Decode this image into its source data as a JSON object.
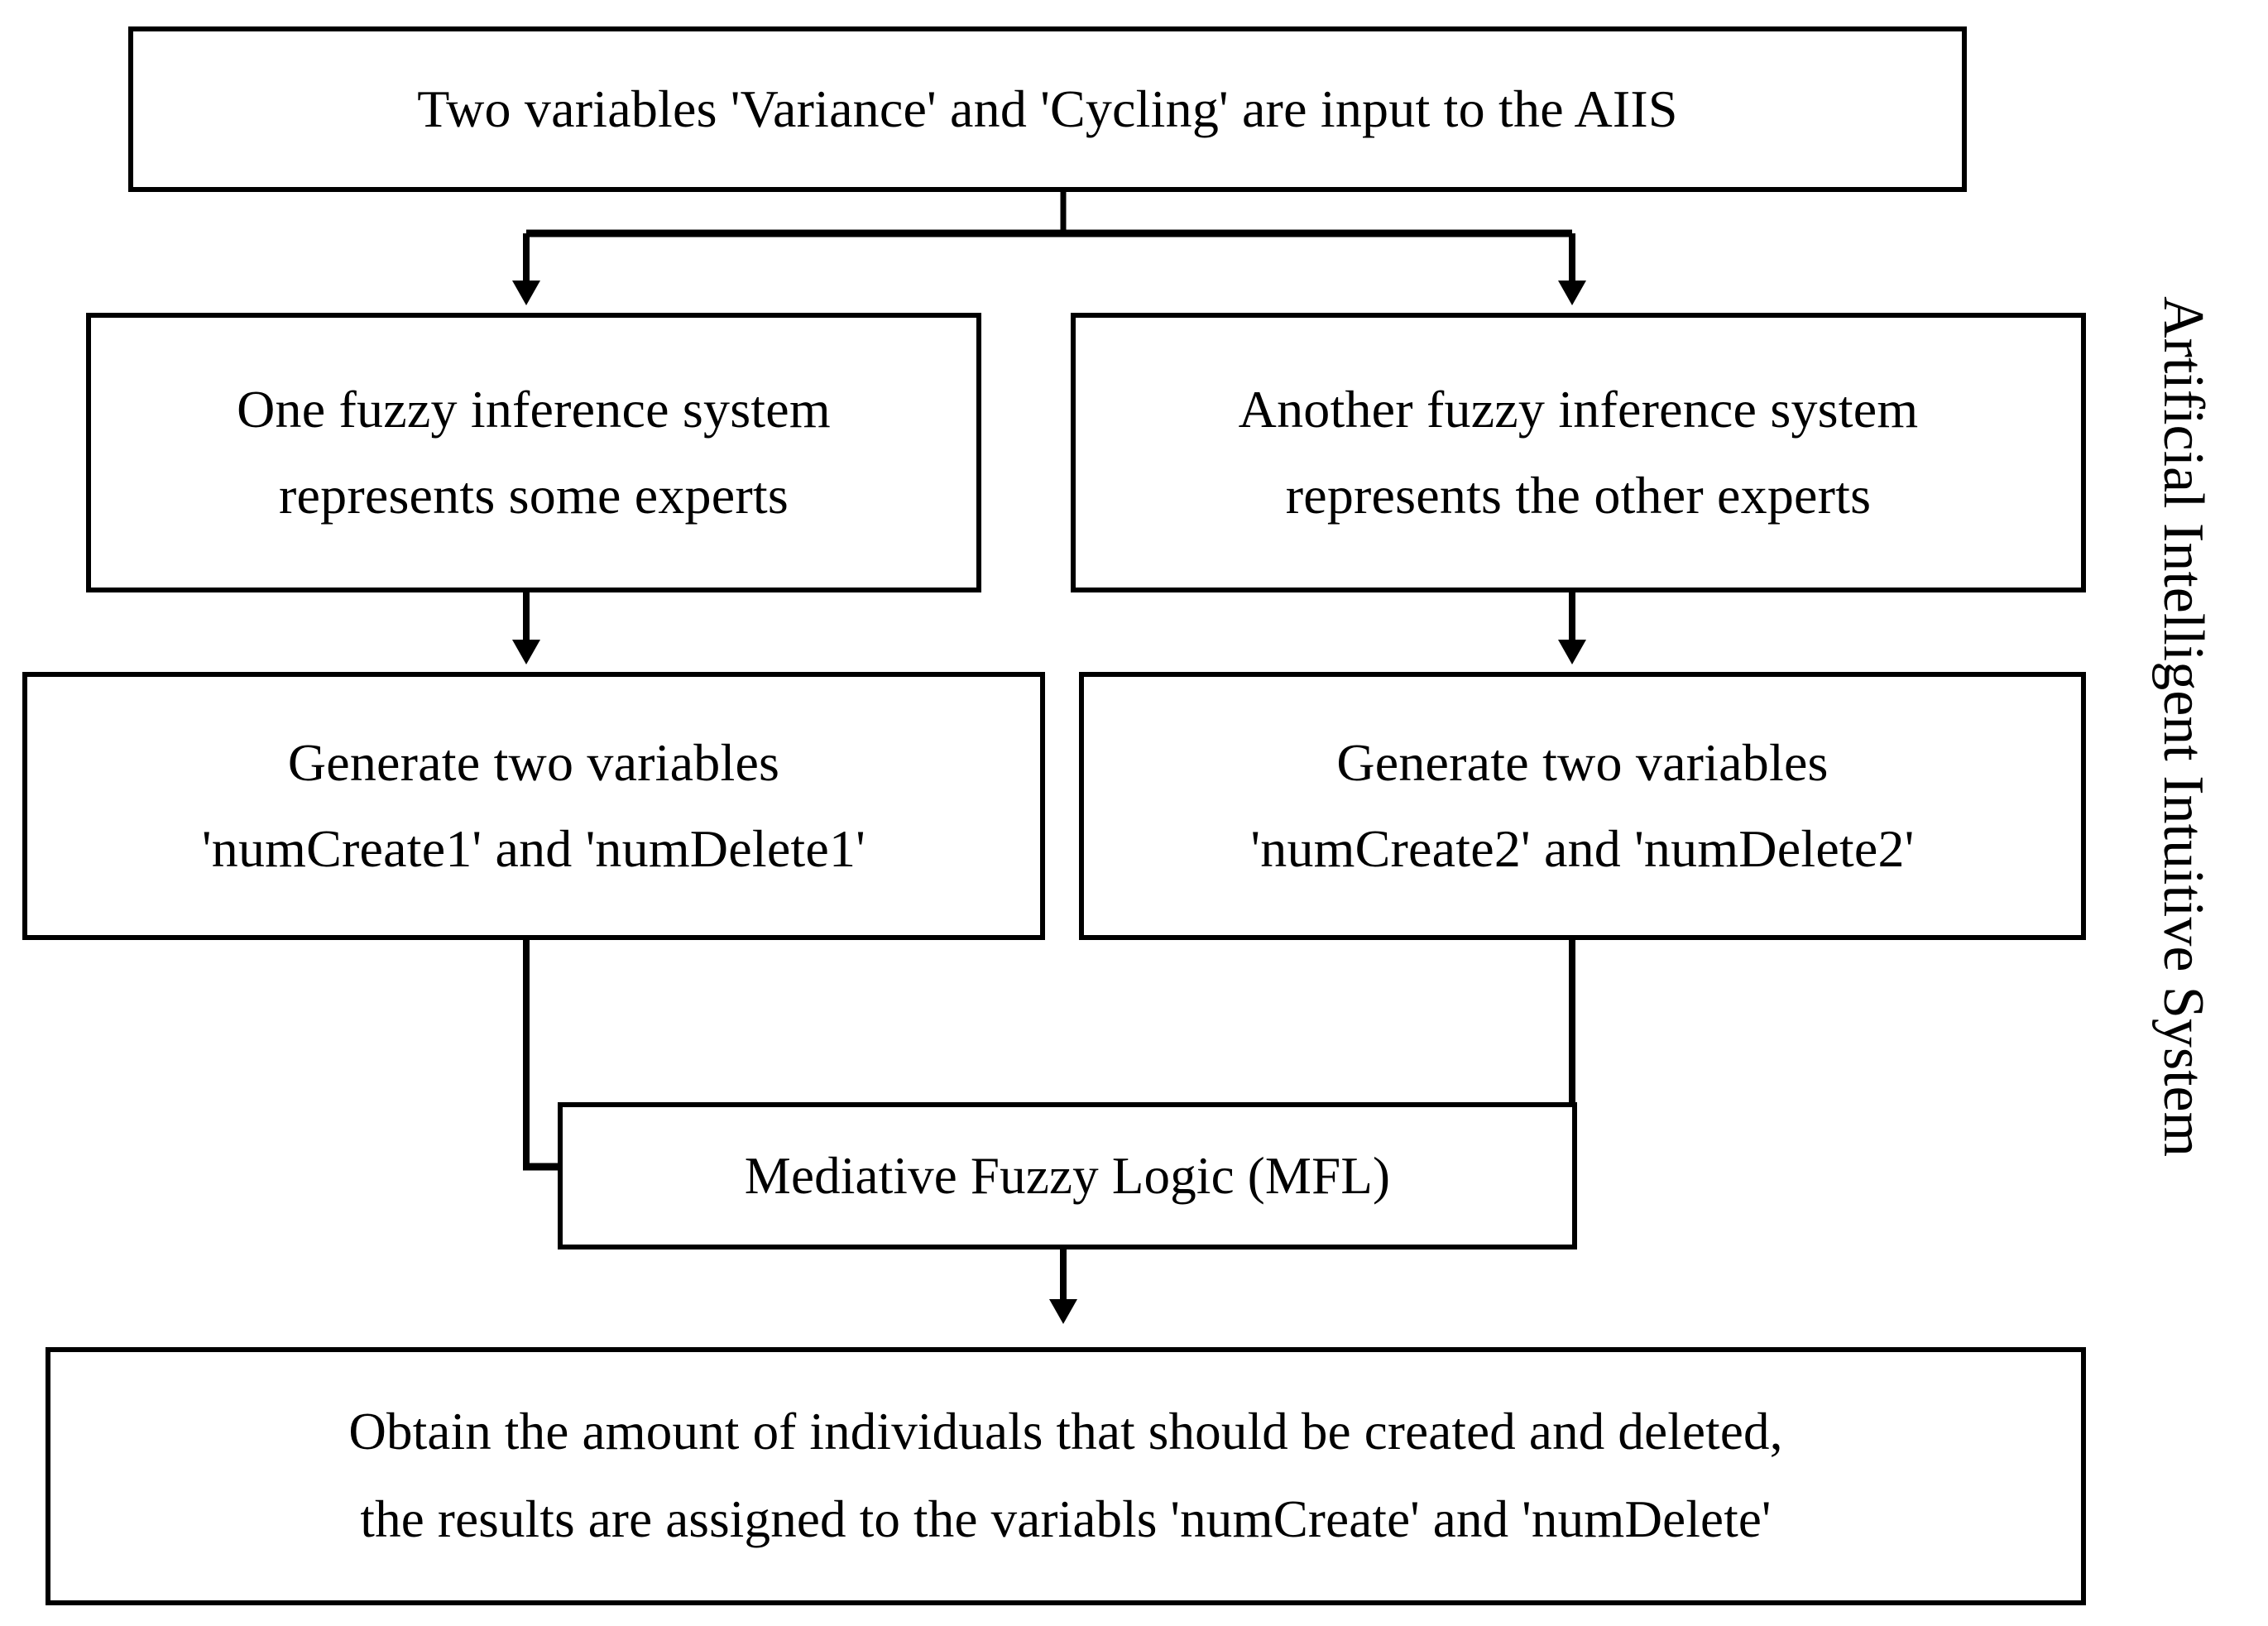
{
  "diagram": {
    "title": "Artificial Intelligent Intuitive System",
    "side_label": "Artificial Intelligent Intuitive System",
    "background_color": "#ffffff",
    "line_color": "#000000",
    "text_color": "#000000",
    "nodes": {
      "top": {
        "id": "input-variables",
        "lines": [
          "Two variables 'Variance' and 'Cycling' are input to the AIIS"
        ]
      },
      "left_fis": {
        "id": "one-fuzzy-inference-system",
        "lines": [
          "One fuzzy inference system",
          "represents some experts"
        ]
      },
      "right_fis": {
        "id": "another-fuzzy-inference-system",
        "lines": [
          "Another fuzzy inference system",
          "represents the other experts"
        ]
      },
      "left_generate": {
        "id": "generate-variables-1",
        "lines": [
          "Generate two variables",
          "'numCreate1' and 'numDelete1'"
        ]
      },
      "right_generate": {
        "id": "generate-variables-2",
        "lines": [
          "Generate two variables",
          "'numCreate2' and 'numDelete2'"
        ]
      },
      "mfl": {
        "id": "mediative-fuzzy-logic",
        "lines": [
          "Mediative Fuzzy Logic (MFL)"
        ]
      },
      "output": {
        "id": "obtain-amounts",
        "lines": [
          "Obtain the amount of individuals that should be created and deleted,",
          "the results are assigned to the variabls 'numCreate' and 'numDelete'"
        ]
      }
    },
    "edges": [
      {
        "id": "top-to-left-fis",
        "from": "top",
        "to": "left_fis",
        "style": "split-down-left"
      },
      {
        "id": "top-to-right-fis",
        "from": "top",
        "to": "right_fis",
        "style": "split-down-right"
      },
      {
        "id": "left-fis-to-gen1",
        "from": "left_fis",
        "to": "left_generate",
        "style": "straight-down"
      },
      {
        "id": "right-fis-to-gen2",
        "from": "right_fis",
        "to": "right_generate",
        "style": "straight-down"
      },
      {
        "id": "gen1-to-mfl",
        "from": "left_generate",
        "to": "mfl",
        "style": "merge-down"
      },
      {
        "id": "gen2-to-mfl",
        "from": "right_generate",
        "to": "mfl",
        "style": "merge-down"
      },
      {
        "id": "mfl-to-output",
        "from": "mfl",
        "to": "output",
        "style": "straight-down"
      }
    ]
  }
}
